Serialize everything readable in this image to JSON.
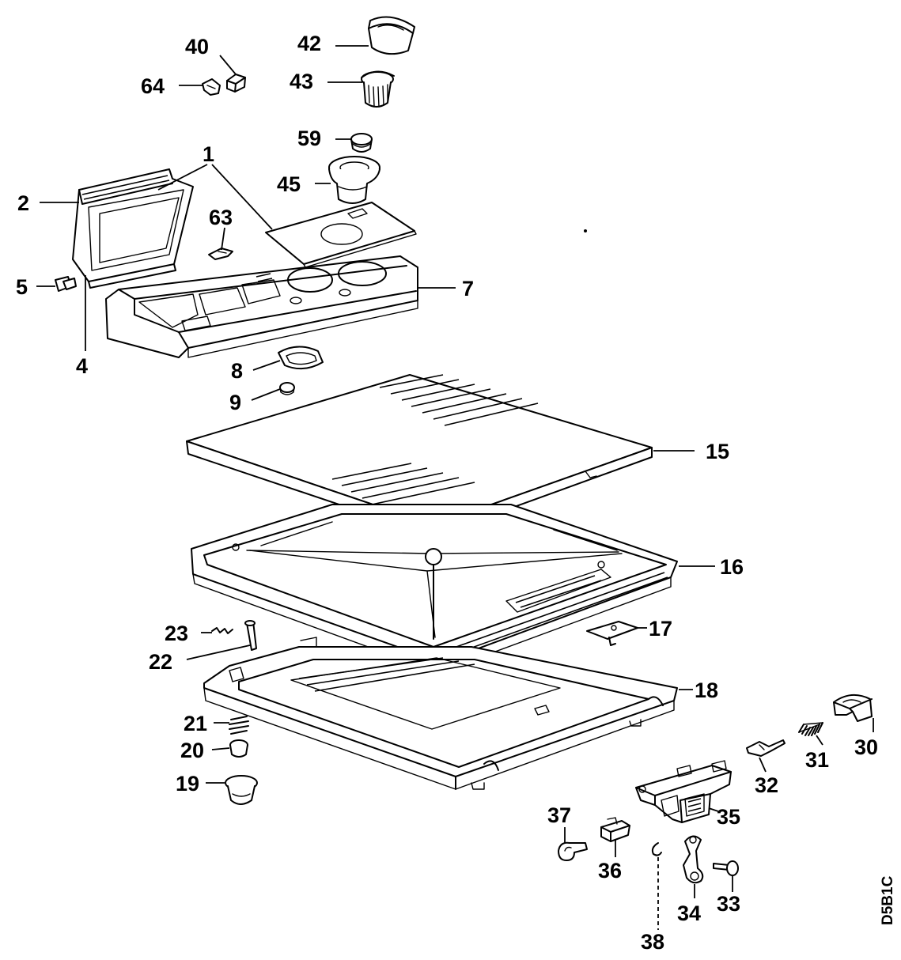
{
  "diagram": {
    "drawing_code": "D5B1C",
    "labels": {
      "1": "1",
      "2": "2",
      "4": "4",
      "5": "5",
      "7": "7",
      "8": "8",
      "9": "9",
      "15": "15",
      "16": "16",
      "17": "17",
      "18": "18",
      "19": "19",
      "20": "20",
      "21": "21",
      "22": "22",
      "23": "23",
      "30": "30",
      "31": "31",
      "32": "32",
      "33": "33",
      "34": "34",
      "35": "35",
      "36": "36",
      "37": "37",
      "38": "38",
      "40": "40",
      "42": "42",
      "43": "43",
      "45": "45",
      "59": "59",
      "63": "63",
      "64": "64"
    }
  }
}
